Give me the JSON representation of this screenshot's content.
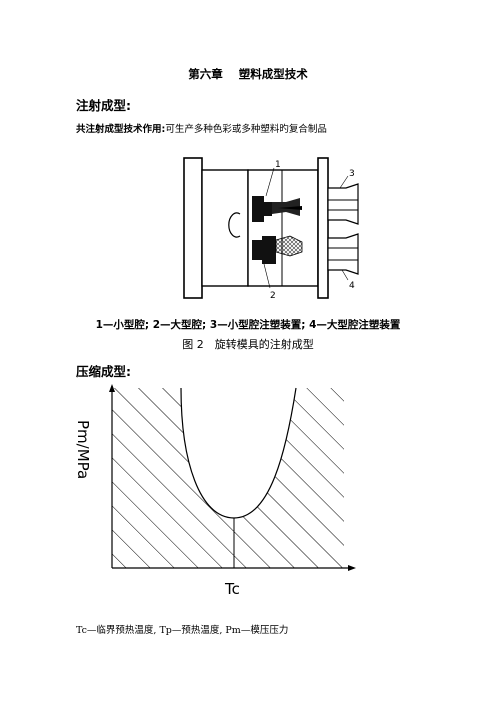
{
  "document": {
    "chapter_title": "第六章",
    "chapter_subtitle": "塑料成型技术",
    "section1_heading": "注射成型:",
    "section1_label": "共注射成型技术作用:",
    "section1_text": "可生产多种色彩或多种塑料旳复合制品",
    "figure2": {
      "part_labels": [
        "1",
        "2",
        "3",
        "4"
      ],
      "caption_line1": "1—小型腔; 2—大型腔; 3—小型腔注塑装置; 4—大型腔注塑装置",
      "caption_line2": "图 2　旋转模具的注射成型"
    },
    "section2_heading": "压缩成型:",
    "graph": {
      "y_label": "Pm/MPa",
      "x_label": "Tc"
    },
    "legend_text": "Tc—临界预热温度, Tp—预热温度, Pm—模压压力"
  }
}
